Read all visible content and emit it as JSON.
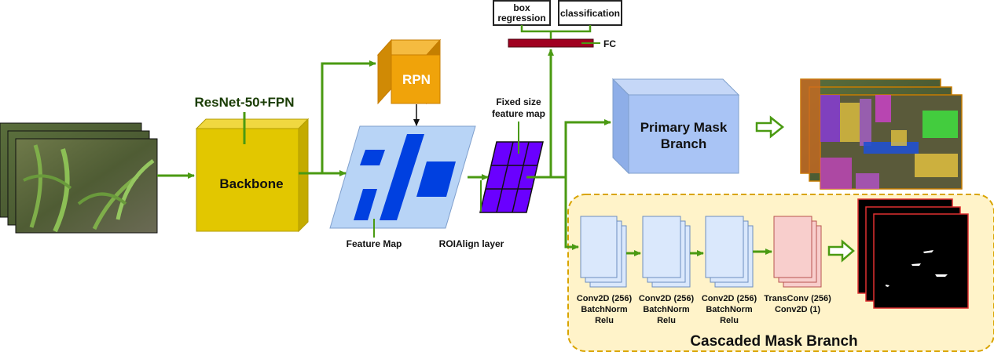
{
  "labels": {
    "backbone_caption": "ResNet-50+FPN",
    "backbone": "Backbone",
    "rpn": "RPN",
    "feature_map": "Feature Map",
    "roialign": "ROIAlign layer",
    "fixed_line1": "Fixed size",
    "fixed_line2": "feature map",
    "box_line1": "box",
    "box_line2": "regression",
    "classification": "classification",
    "fc": "FC",
    "primary_line1": "Primary Mask",
    "primary_line2": "Branch",
    "cascaded_title": "Cascaded Mask Branch"
  },
  "cascaded_blocks": [
    {
      "line1": "Conv2D (256)",
      "line2": "BatchNorm",
      "line3": "Relu"
    },
    {
      "line1": "Conv2D (256)",
      "line2": "BatchNorm",
      "line3": "Relu"
    },
    {
      "line1": "Conv2D (256)",
      "line2": "BatchNorm",
      "line3": "Relu"
    },
    {
      "line1": "TransConv (256)",
      "line2": "Conv2D (1)",
      "line3": ""
    }
  ],
  "colors": {
    "arrow": "#4a9a12",
    "backbone": "#e2c700",
    "rpn": "#f0a30a",
    "feature_map": "#b8d4f6",
    "feature_blocks": "#0040e0",
    "roi_grid": "#6a00ff",
    "fc_bar": "#a00020",
    "primary_mask": "#a9c4f5",
    "cascaded_bg": "#fff3c9",
    "cascaded_border": "#d9a400",
    "conv_block": "#dae8fc",
    "transconv_block": "#f8cecc"
  }
}
